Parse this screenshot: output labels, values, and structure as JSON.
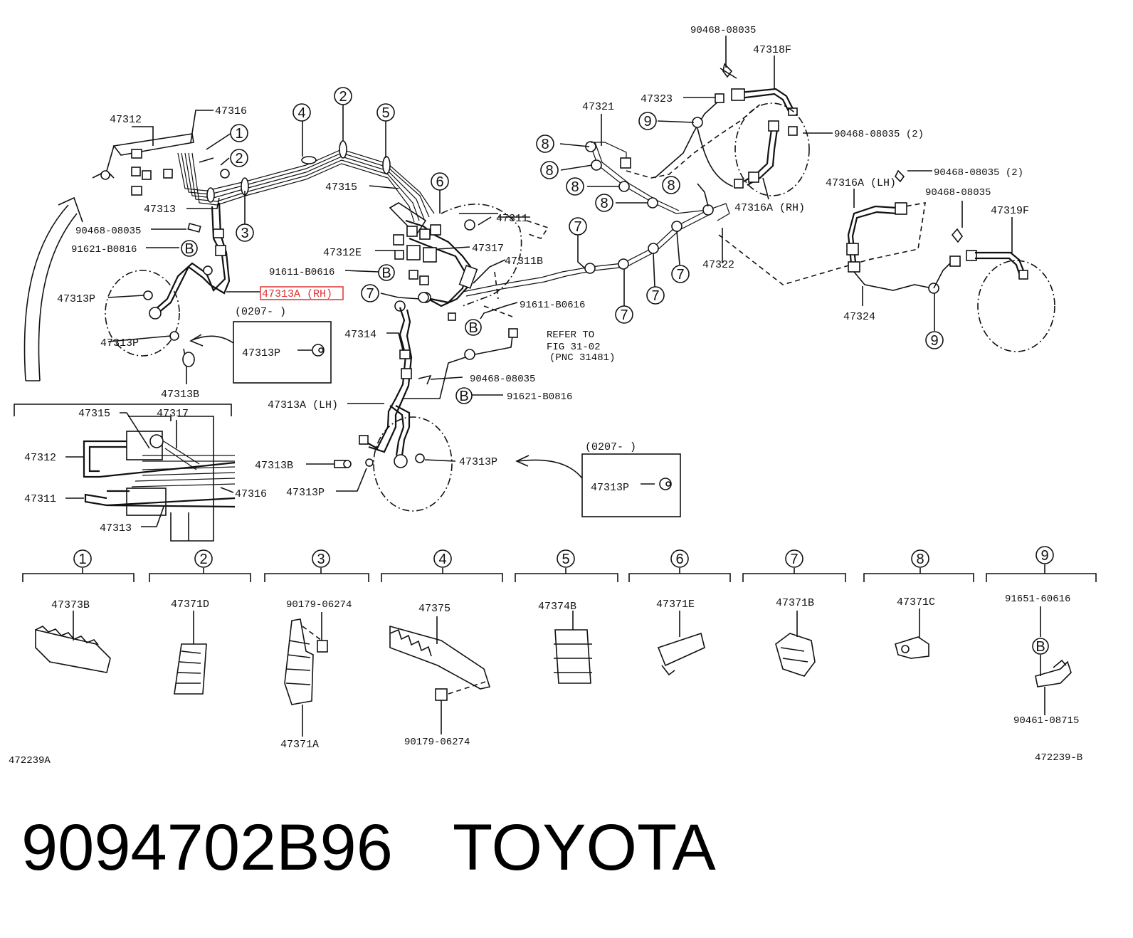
{
  "labels": {
    "p47312": "47312",
    "p47316": "47316",
    "p47313": "47313",
    "p90468_08035_a": "90468-08035",
    "p91621_b0816_a": "91621-B0816",
    "p47313P_a": "47313P",
    "p47313P_b": "47313P",
    "p47313A_RH": "47313A (RH)",
    "p47313B_a": "47313B",
    "box1_date": "(0207-      )",
    "box1_part": "47313P",
    "p47315_a": "47315",
    "p47311_a": "47311",
    "p47317_a": "47317",
    "p47312E": "47312E",
    "p47311B": "47311B",
    "p91611_b0616_a": "91611-B0616",
    "p91611_b0616_b": "91611-B0616",
    "p47314": "47314",
    "refer1": "REFER TO",
    "refer2": "FIG 31-02",
    "refer3": "(PNC 31481)",
    "p90468_08035_b": "90468-08035",
    "p91621_b0816_b": "91621-B0816",
    "p47313A_LH": "47313A (LH)",
    "p47313B_b": "47313B",
    "p47313P_c": "47313P",
    "p47313P_d": "47313P",
    "box2_date": "(0207-      )",
    "box2_part": "47313P",
    "p47321": "47321",
    "p47323": "47323",
    "p90468_08035_c": "90468-08035",
    "p47318F": "47318F",
    "p90468_08035_2a": "90468-08035 (2)",
    "p47316A_RH": "47316A (RH)",
    "p47322": "47322",
    "p47316A_LH": "47316A (LH)",
    "p90468_08035_2b": "90468-08035 (2)",
    "p90468_08035_d": "90468-08035",
    "p47319F": "47319F",
    "p47324": "47324",
    "inset_47315": "47315",
    "inset_47317": "47317",
    "inset_47312": "47312",
    "inset_47311": "47311",
    "inset_47316": "47316",
    "inset_47313": "47313",
    "c1": "47373B",
    "c2": "47371D",
    "c3a": "90179-06274",
    "c3b": "47371A",
    "c4a": "47375",
    "c4b": "90179-06274",
    "c5": "47374B",
    "c6": "47371E",
    "c7": "47371B",
    "c8": "47371C",
    "c9a": "91651-60616",
    "c9b": "90461-08715",
    "fig_left": "472239A",
    "fig_right": "472239-B"
  },
  "callouts": {
    "n1": "1",
    "n2": "2",
    "n3": "3",
    "n4": "4",
    "n5": "5",
    "n6": "6",
    "n7": "7",
    "n8": "8",
    "n9": "9",
    "b": "B"
  },
  "footer": {
    "part_number": "9094702B96",
    "brand": "TOYOTA"
  },
  "highlight_color": "#e03030"
}
